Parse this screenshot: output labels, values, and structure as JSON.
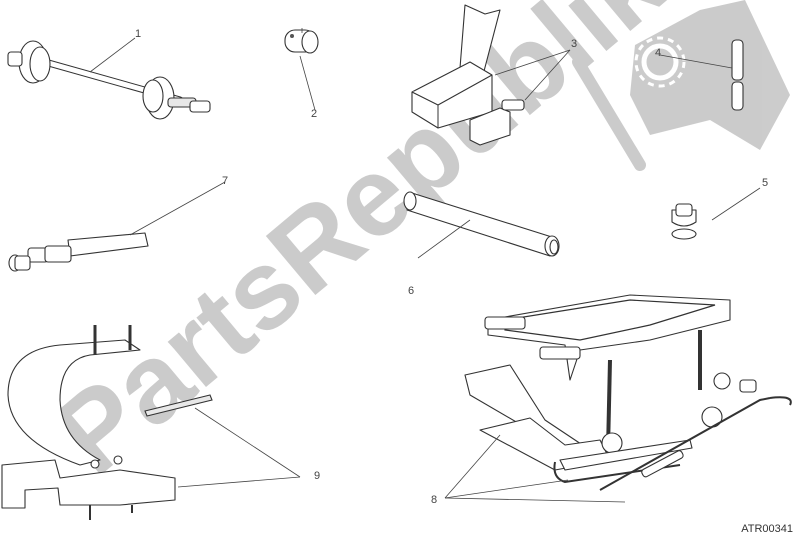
{
  "diagram": {
    "type": "exploded-parts-diagram",
    "subject": "Workshop service tools",
    "reference_code": "ATR00341",
    "watermark_text": "PartsRepublik",
    "watermark_color": "#c9c9c9",
    "line_color": "#333333",
    "callouts": [
      {
        "id": "1",
        "label": "1",
        "part": "bearing puller rod with two discs"
      },
      {
        "id": "2",
        "label": "2",
        "part": "small sleeve bushing"
      },
      {
        "id": "3",
        "label": "3",
        "part": "tool case with open lid and clamp tool"
      },
      {
        "id": "4",
        "label": "4",
        "part": "split pin / two-piece rod"
      },
      {
        "id": "5",
        "label": "5",
        "part": "threaded cap plug"
      },
      {
        "id": "6",
        "label": "6",
        "part": "cylindrical bar"
      },
      {
        "id": "7",
        "label": "7",
        "part": "long shaft with threaded fitting"
      },
      {
        "id": "8",
        "label": "8",
        "part": "scissor lift stand with crank handle"
      },
      {
        "id": "9",
        "label": "9",
        "part": "C-shaped support bracket and pin"
      }
    ]
  }
}
